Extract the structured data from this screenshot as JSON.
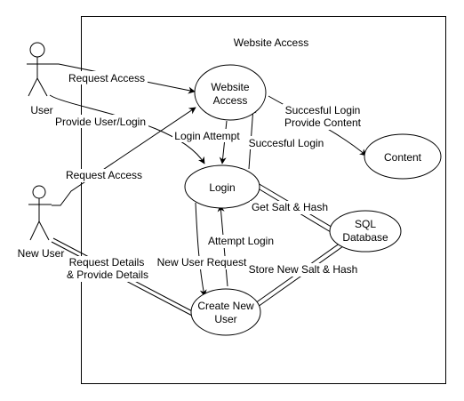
{
  "diagram": {
    "title": "Website Access",
    "actors": {
      "user": "User",
      "new_user": "New User"
    },
    "use_cases": {
      "website_access": [
        "Website",
        "Access"
      ],
      "login": [
        "Login"
      ],
      "content": [
        "Content"
      ],
      "sql_database": [
        "SQL",
        "Database"
      ],
      "create_new_user": [
        "Create New",
        "User"
      ]
    },
    "edge_labels": {
      "user_request_access": "Request Access",
      "provide_user_login": "Provide User/Login",
      "login_attempt": "Login Attempt",
      "successful_login": "Succesful Login",
      "successful_login_content": [
        "Succesful Login",
        "Provide Content"
      ],
      "newuser_request_access": "Request Access",
      "get_salt_hash": "Get Salt & Hash",
      "attempt_login": "Attempt Login",
      "new_user_request": "New User Request",
      "store_salt_hash": "Store New Salt & Hash",
      "request_provide_details": [
        "Request Details",
        "& Provide Details"
      ]
    }
  }
}
